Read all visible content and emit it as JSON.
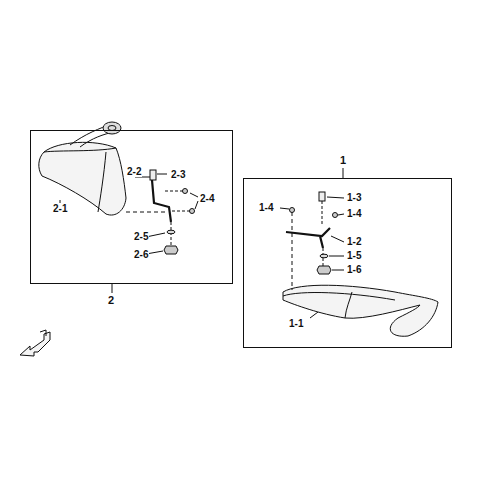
{
  "diagram": {
    "nodes": [
      {
        "text": [
          "2"
        ]
      },
      {
        "text": [
          "1"
        ]
      }
    ],
    "labels": [
      "2-1",
      "2-2",
      "2-3",
      "2-4",
      "2-5",
      "2-6",
      "1-3",
      "1-4",
      "1-4",
      "1-2",
      "1-5",
      "1-6",
      "1-1"
    ]
  }
}
